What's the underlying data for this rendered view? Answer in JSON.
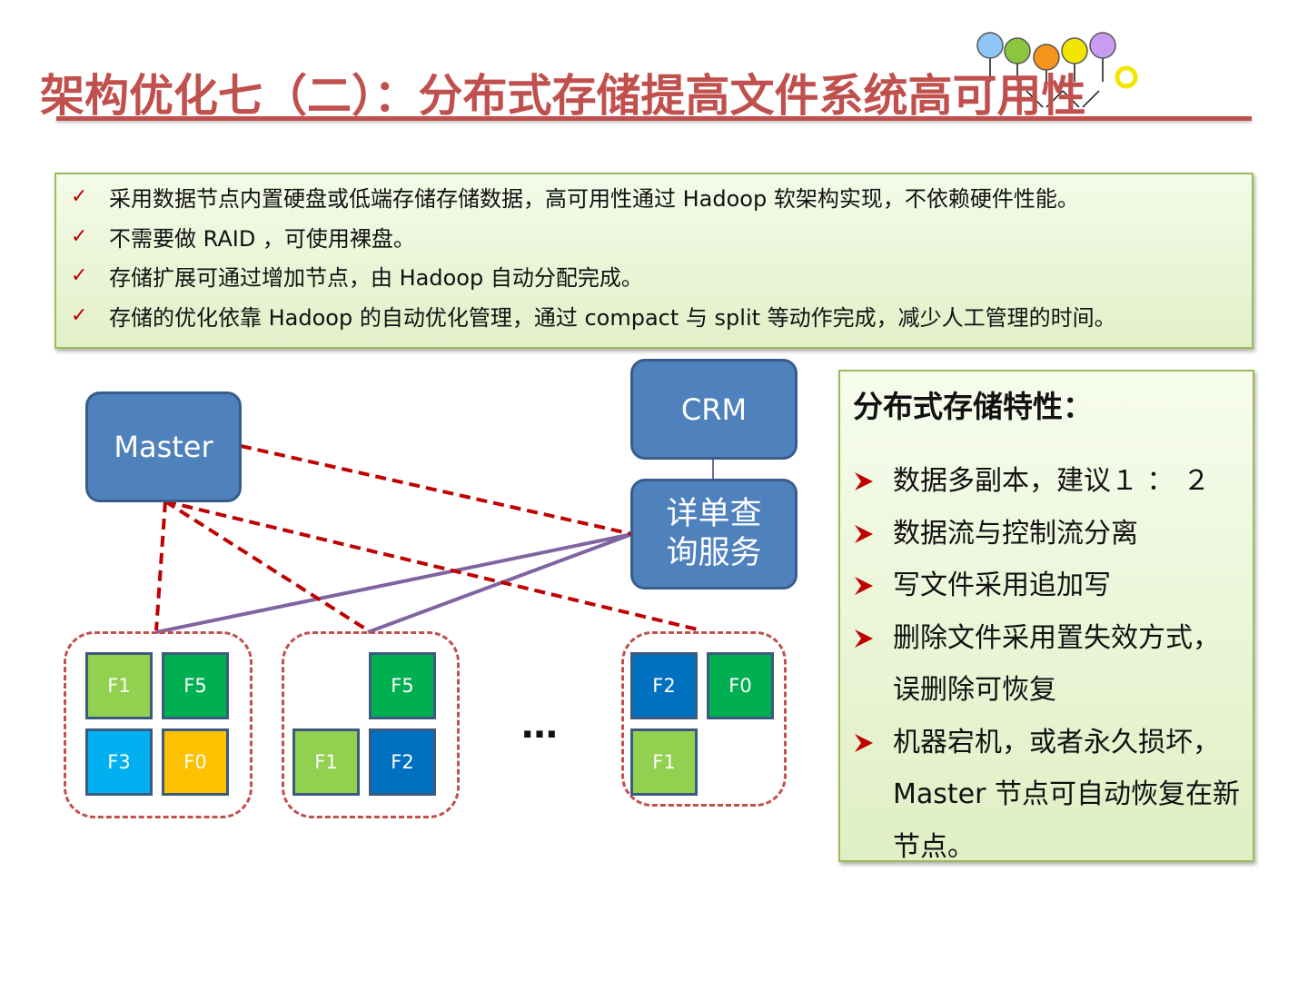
{
  "title": "架构优化七（二）：分布式存储提高文件系统高可用性",
  "top_points": [
    "采用数据节点内置硬盘或低端存储存储数据，高可用性通过 Hadoop 软架构实现，不依赖硬件性能。",
    "不需要做 RAID ，可使用裸盘。",
    "存储扩展可通过增加节点，由 Hadoop 自动分配完成。",
    "存储的优化依靠 Hadoop 的自动优化管理，通过 compact 与 split 等动作完成，减少人工管理的时间。"
  ],
  "check_glyph": "✓",
  "nodes": {
    "master": "Master",
    "crm": "CRM",
    "query": "详单查询服务"
  },
  "groups": [
    {
      "cells": [
        {
          "label": "F1",
          "color": "#92d050"
        },
        {
          "label": "F5",
          "color": "#00b050"
        },
        {
          "label": "F3",
          "color": "#00b0f0"
        },
        {
          "label": "F0",
          "color": "#ffc000"
        }
      ]
    },
    {
      "cells": [
        {
          "label": "F5",
          "color": "#00b050"
        },
        {
          "label": "F1",
          "color": "#92d050"
        },
        {
          "label": "F2",
          "color": "#0070c0"
        }
      ]
    },
    {
      "cells": [
        {
          "label": "F2",
          "color": "#0070c0"
        },
        {
          "label": "F0",
          "color": "#00b050"
        },
        {
          "label": "F1",
          "color": "#92d050"
        }
      ]
    }
  ],
  "ellipsis": "…",
  "features": {
    "title": "分布式存储特性：",
    "items": [
      "数据多副本，建议１ ： ２",
      "数据流与控制流分离",
      "写文件采用追加写",
      "删除文件采用置失效方式，误删除可恢复",
      "机器宕机，或者永久损坏，Master 节点可自动恢复在新节点。"
    ]
  },
  "colors": {
    "title": "#c0504d",
    "control_line": "#c00000",
    "data_line": "#8064a2",
    "node_fill": "#4f81bd",
    "box_border": "#9bbb59"
  },
  "logo": {
    "dot_colors": [
      "#8fc6f5",
      "#8cc63f",
      "#f7941d",
      "#f2e600",
      "#c89cf0"
    ],
    "ring_color": "#f2e600"
  }
}
